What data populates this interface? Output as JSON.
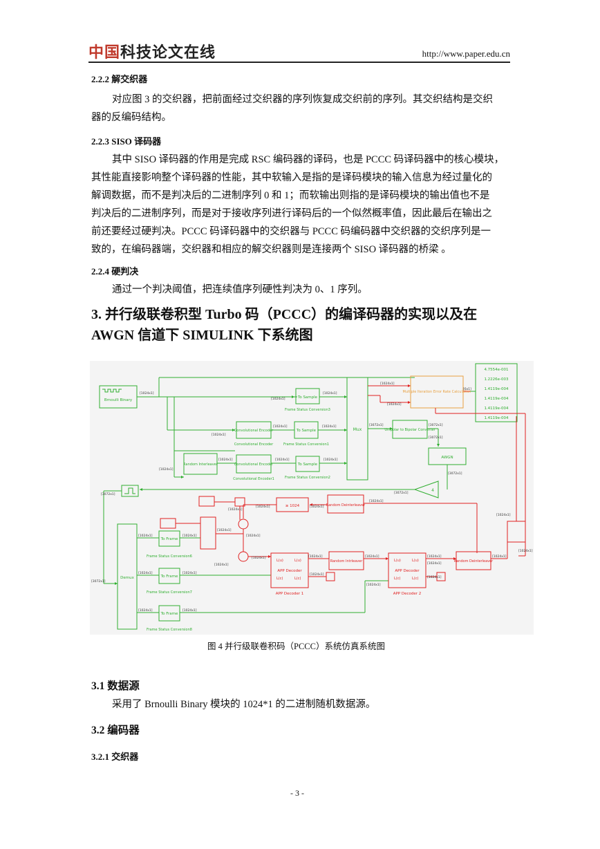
{
  "header": {
    "logo_red": "中国",
    "logo_dark": "科技论文在线",
    "url": "http://www.paper.edu.cn"
  },
  "sections": {
    "s222_title": "2.2.2  解交织器",
    "s222_p1": "对应图 3 的交织器，把前面经过交织器的序列恢复成交织前的序列。其交织结构是交织",
    "s222_p2": "器的反编码结构。",
    "s223_title": "2.2.3 SISO 译码器",
    "s223_lines": [
      "其中 SISO 译码器的作用是完成 RSC 编码器的译码，也是 PCCC 码译码器中的核心模块，",
      "其性能直接影响整个译码器的性能，其中软输入是指的是译码模块的输入信息为经过量化的",
      "解调数据，而不是判决后的二进制序列 0 和 1；而软输出则指的是译码模块的输出值也不是",
      "判决后的二进制序列，而是对于接收序列进行译码后的一个似然概率值，因此最后在输出之",
      "前还要经过硬判决。PCCC 码译码器中的交织器与 PCCC 码编码器中交织器的交织序列是一",
      "致的，在编码器端，交织器和相应的解交织器则是连接两个 SISO 译码器的桥梁 。"
    ],
    "s224_title": "2.2.4  硬判决",
    "s224_p": "通过一个判决阈值，把连续值序列硬性判决为 0、1 序列。",
    "s3_title_l1": "3. 并行级联卷积型  Turbo  码（PCCC）的编译码器的实现以及在",
    "s3_title_l2": "AWGN 信道下 SIMULINK 下系统图",
    "fig_caption": "图 4  并行级联卷积码（PCCC）系统仿真系统图",
    "s31_title": "3.1  数据源",
    "s31_p": "采用了 Brnoulli Binary  模块的 1024*1 的二进制随机数据源。",
    "s32_title": "3.2  编码器",
    "s321_title": "3.2.1  交织器",
    "page_number": "- 3 -"
  },
  "diagram": {
    "blocks": {
      "bernoulli": "Brnoulli Binary",
      "to_sample": "To Sample",
      "fsc3": "Frame Status Conversion3",
      "fsc1": "Frame Status Conversion1",
      "fsc2": "Frame Status Conversion2",
      "conv_enc": "Convolutional Encoder",
      "conv_enc_cap": "Convolutional Encoder",
      "conv_enc1_cap": "Convolutional Encoder1",
      "random_interleaver": "Random Interleaver",
      "mux": "Mux",
      "error_rate": "Multiple Iteration Error Rate Calculation",
      "unipolar": "Unipolar to Bipolar Converter",
      "awgn": "AWGN",
      "gain": "4",
      "random_deinterleaver": "Random Deinterleaver",
      "random_intrleaver2": "Random Intrleaver",
      "demux": "Demux",
      "to_frame": "To Frame",
      "fsc6": "Frame Status Conversion6",
      "fsc7": "Frame Status Conversion7",
      "fsc8": "Frame Status Conversion8",
      "app1": "APP Decoder",
      "app1_cap": "APP Decoder 1",
      "app2": "APP Decoder",
      "app2_cap": "APP Decoder 2",
      "compare": "≥ 1024",
      "lu": "L(u)",
      "lc": "L(c)"
    },
    "display_values": [
      "4.7554e-001",
      "1.2226e-003",
      "1.4119e-004",
      "1.4119e-004",
      "1.4119e-004",
      "1.4119e-004"
    ],
    "signal_labels": {
      "s1024": "[1024x1]",
      "s3072": "[3072x1]",
      "s6": "[6x1]"
    },
    "colors": {
      "green": "#2fae2f",
      "red": "#e02020",
      "orange": "#e8a040",
      "bg": "#f4f4f4"
    }
  }
}
